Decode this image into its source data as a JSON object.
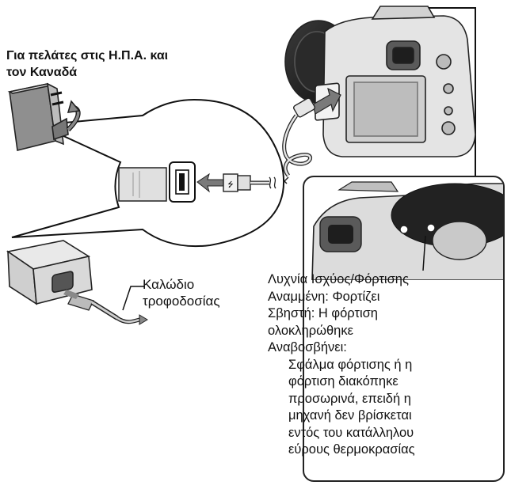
{
  "usa_note": {
    "line1": "Για πελάτες στις Η.Π.Α. και",
    "line2": "τον Καναδά"
  },
  "power_cord_label": {
    "line1": "Καλώδιο",
    "line2": "τροφοδοσίας"
  },
  "indicator_callout": {
    "title": "Λυχνία Ισχύος/Φόρτισης",
    "lit": "Αναμμένη: Φορτίζει",
    "off_line1": "Σβηστή: Η φόρτιση",
    "off_line2": "ολοκληρώθηκε",
    "blinking": "Αναβοσβήνει:",
    "blink_desc": [
      "Σφάλμα φόρτισης ή η",
      "φόρτιση διακόπηκε",
      "προσωρινά, επειδή η",
      "μηχανή δεν βρίσκεται",
      "εντός του κατάλληλου",
      "εύρους θερμοκρασίας"
    ]
  },
  "icons": {
    "usb": "usb-symbol-icon",
    "wave": "wave-break-icon"
  },
  "colors": {
    "line": "#111111",
    "body_gray": "#d9d9d9",
    "dark_gray": "#8c8c8c",
    "arrow_gray": "#7a7a7a"
  }
}
